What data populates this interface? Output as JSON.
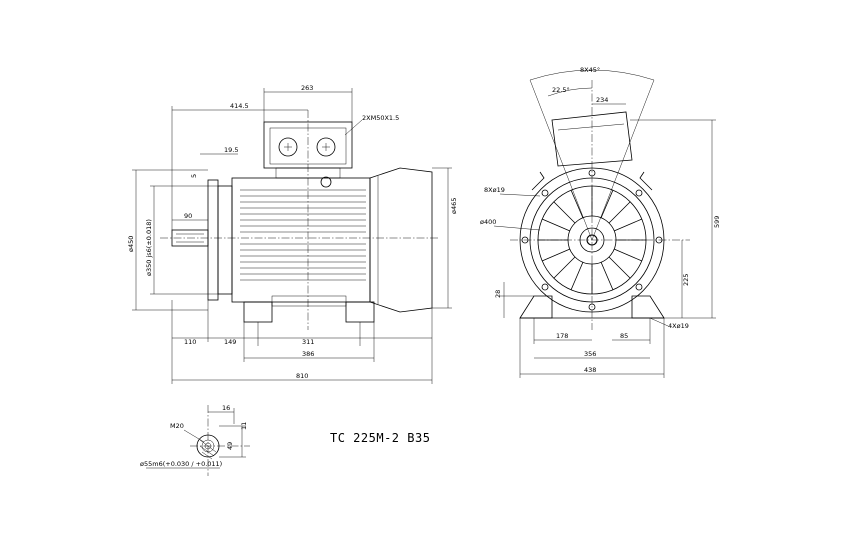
{
  "title": "TC 225M-2 B35",
  "side_view": {
    "dims": {
      "top_box": "263",
      "cable_gland": "2XM50X1.5",
      "box_offset": "414.5",
      "flange_thk": "19.5",
      "spigot": "5",
      "shaft_len": "90",
      "flange_dia": "ø450",
      "spigot_dia": "ø350 js6(±0.018)",
      "height": "ø465",
      "shaft_proj": "110",
      "foot_pos": "149",
      "foot_span": "311",
      "foot_total": "386",
      "total_len": "810"
    }
  },
  "front_view": {
    "dims": {
      "angle_a": "8X45°",
      "angle_b": "22.5°",
      "box_w": "234",
      "bolts": "8Xø19",
      "pcd": "ø400",
      "total_h": "599",
      "shaft_h": "225",
      "foot_thk": "28",
      "half_foot": "178",
      "foot_w": "85",
      "foot_holes": "4Xø19",
      "foot_span": "356",
      "base_w": "438"
    }
  },
  "shaft_detail": {
    "dims": {
      "thread": "M20",
      "key_len": "16",
      "key_w": "11",
      "key_h": "49",
      "shaft_dia": "ø55m6(+0.030 / +0.011)"
    }
  }
}
